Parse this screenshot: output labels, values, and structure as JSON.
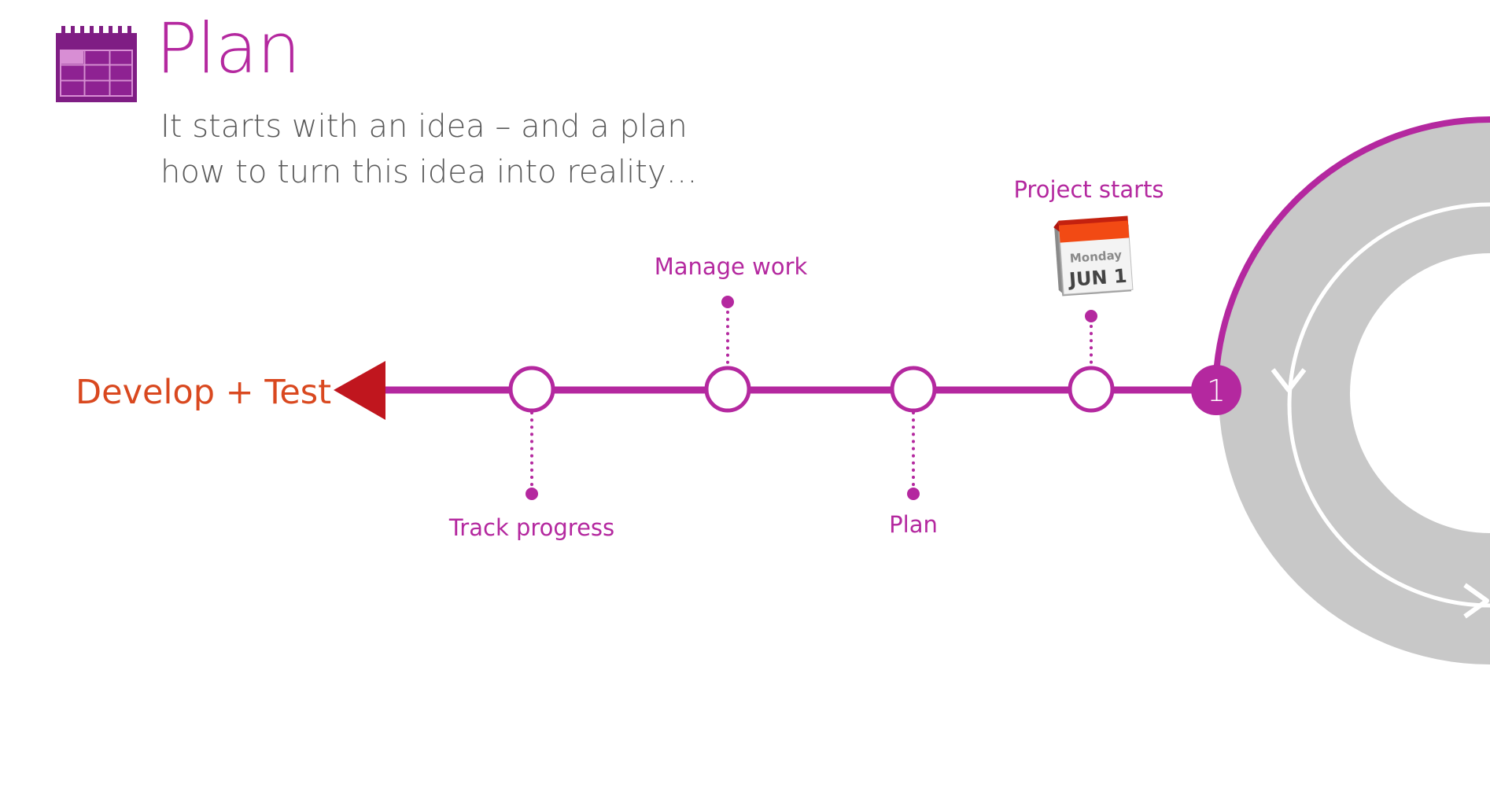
{
  "header": {
    "title": "Plan",
    "icon": "calendar-grid-icon",
    "subtitle_lines": [
      "It starts with an idea – and a plan",
      "how to turn this idea into reality…"
    ]
  },
  "timeline": {
    "end_label": "Develop + Test",
    "milestones": [
      {
        "label": "Track progress"
      },
      {
        "label": "Manage work"
      },
      {
        "label": "Plan"
      },
      {
        "label": "Project starts"
      }
    ],
    "start_number": "1"
  },
  "calendar_badge": {
    "day": "Monday",
    "date": "JUN 1"
  },
  "colors": {
    "accent": "#b4289f",
    "arrow": "#c0161e",
    "develop_text": "#d9481f",
    "ring": "#c8c8c8",
    "subtitle": "#5a5a5a"
  }
}
